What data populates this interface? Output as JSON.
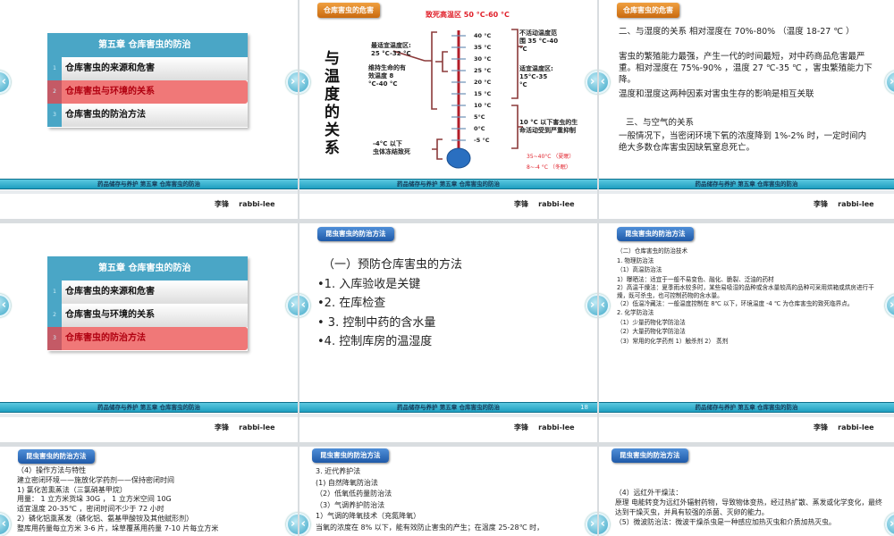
{
  "common": {
    "footer": "药品储存与养护  第五章    仓库害虫的防治",
    "author": "李锋    rabbi-lee",
    "prev_icon": "chevron-left-icon",
    "next_icon": "chevron-right-icon",
    "prev": "‹",
    "next": "›",
    "colors": {
      "footer": "#2aaed0",
      "toc_header": "#4aa6c6",
      "toc_active": "#f07878",
      "badge_orange": "#e08a2a",
      "badge_blue": "#2f6fc0",
      "red_text": "#e0202a"
    }
  },
  "slide1": {
    "title": "第五章    仓库害虫的防治",
    "items": [
      {
        "num": "1",
        "label": "仓库害虫的来源和危害"
      },
      {
        "num": "2",
        "label": "仓库害虫与环境的关系"
      },
      {
        "num": "3",
        "label": "仓库害虫的防治方法"
      }
    ],
    "active": 2
  },
  "slide2": {
    "badge": "仓库害虫的危害",
    "vertical_title": "与温度的关系",
    "lethal_high": "致死高温区 50 °C-60 °C",
    "ticks": [
      "40 °C",
      "35 °C",
      "30 °C",
      "25 °C",
      "20 °C",
      "15 °C",
      "10 °C",
      "5°C",
      "0°C",
      "-5 °C"
    ],
    "left_labels": [
      "最适宜温度区:\n25 °C-32 °C",
      "维持生命的有\n效温度 8\n°C-40 °C",
      "-4°C 以下\n虫体冻结致死"
    ],
    "right_labels": [
      "不活动温度范\n围 35 °C-40\n°C",
      "适宜温度区:\n15°C-35\n°C",
      "10 °C 以下害虫的生\n命活动受到严重抑制"
    ],
    "notes": [
      "35~40°C （夏眠）",
      "8~-4 °C   （冬眠）"
    ]
  },
  "slide3": {
    "badge": "仓库害虫的危害",
    "p1": "二、与湿度的关系      相对湿度在 70%-80% （温度 18-27 ℃ ）",
    "p2": "害虫的繁殖能力最强，产生一代的时间最短，对中药商品危害最严重。相对湿度在 75%-90% ，温度 27 ℃-35 ℃ ，害虫繁殖能力下降。",
    "p3": "温度和湿度这两种因素对害虫生存的影响是相互关联",
    "p4": "三、与空气的关系",
    "p5": "一般情况下，当密闭环境下氧的浓度降到 1%-2% 时，一定时间内绝大多数仓库害虫因缺氧窒息死亡。"
  },
  "slide4": {
    "title": "第五章    仓库害虫的防治",
    "items": [
      {
        "num": "1",
        "label": "仓库害虫的来源和危害"
      },
      {
        "num": "2",
        "label": "仓库害虫与环境的关系"
      },
      {
        "num": "3",
        "label": "仓库害虫的防治方法"
      }
    ],
    "active": 3
  },
  "slide5": {
    "badge": "昆虫害虫的防治方法",
    "lines": [
      "（一）预防仓库害虫的方法",
      "•1. 入库验收是关键",
      "•2. 在库检查",
      "• 3. 控制中药的含水量",
      "•4. 控制库房的温湿度"
    ],
    "page_number": "18"
  },
  "slide6": {
    "badge": "昆虫害虫的防治方法",
    "lines": [
      "（二）仓库害虫的防治技术",
      "1. 物理防治法",
      "（1）高温防治法",
      "1）曝晒法：适宜于一般不易变色、融化、脆裂、泛油的药材",
      " 2）高温干燥法：夏季雨水较多时，某些易吸湿的品种或含水量较高的品种可采用烘箱或烘房进行干燥，既可杀虫，也可控制药物的含水量。",
      "（2）低温冷藏法：一般温度控制在 8℃ 以下，环境温度 -4 ℃ 为仓库害虫的致死临界点。",
      "2. 化学防治法",
      "（1）少量药物化学防治法",
      "（2）大量药物化学防治法",
      "（3）常用的化学药剂   1）触杀剂  2）    蒸剂"
    ]
  },
  "slide7": {
    "badge": "昆虫害虫的防治方法",
    "lines": [
      "（4）操作方法与特性",
      "建立密闭环境——施放化学药剂——保持密闭时间",
      "1) 氯化苦熏蒸法（三氯硝基甲烷）",
      "用量： 1 立方米货垛 30G ， 1 立方米空间 10G",
      "适宜温度 20-35℃ ，密闭时间不少于 72 小时",
      "2）磷化铝熏蒸发（磷化铝、氨基甲酸铵及其他赋形剂）",
      "整库用药量每立方米 3-6 片，垛草覆蒸用药量 7-10 片每立方米"
    ]
  },
  "slide8": {
    "badge": "昆虫害虫的防治方法",
    "lines": [
      "3. 近代养护法",
      " (1) 自然降氧防治法",
      "（2）低氧低药量防治法",
      "（3）气调养护防治法",
      "1）气调的降氧技术（充氮降氧）",
      "当氧的浓度在 8% 以下，能有效防止害虫的产生；在温度 25-28℃ 时，"
    ]
  },
  "slide9": {
    "badge": "昆虫害虫的防治方法",
    "lines": [
      "（4）远红外干燥法：",
      "原理    电能转变为远红外辐射药物，导致物体变热，经过热扩散、蒸发或化学变化，最终达到干燥灭虫，并具有较强的杀菌、灭卵的能力。",
      "（5）微波防治法：微波干燥杀虫是一种感应加热灭虫和介质加热灭虫。"
    ]
  }
}
